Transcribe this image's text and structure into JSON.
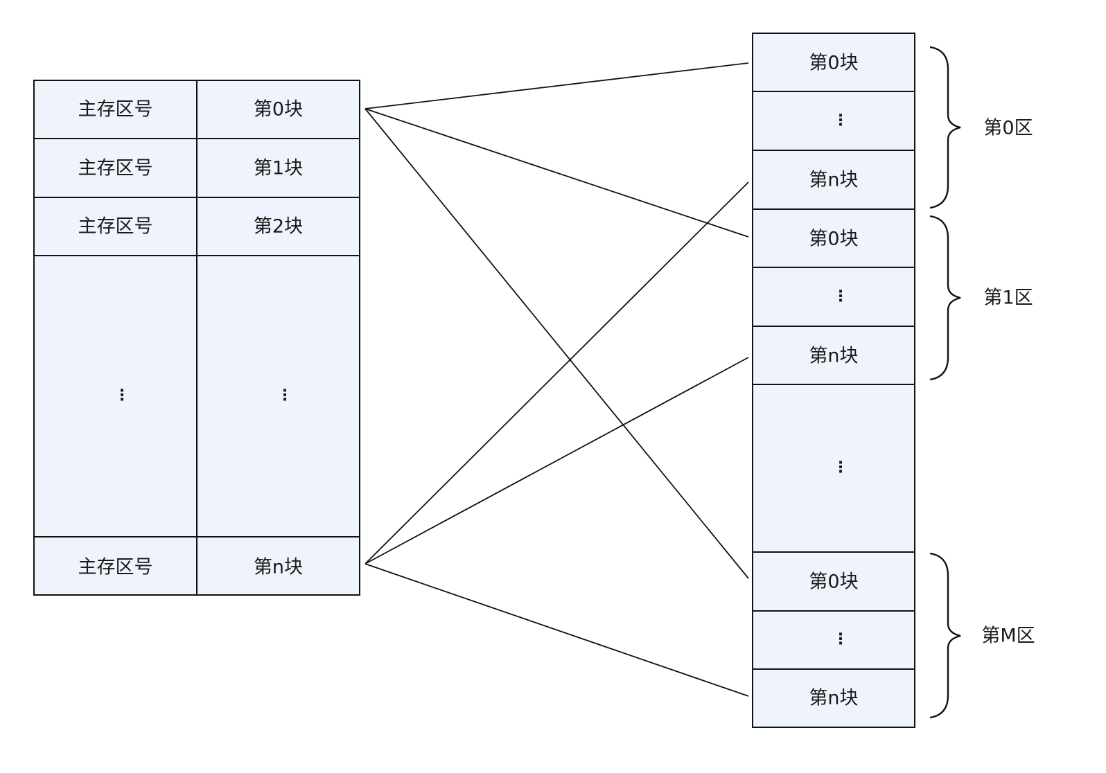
{
  "colors": {
    "cell_fill": "#eef3fc",
    "border": "#111111",
    "text": "#1a1a1a"
  },
  "cache_table": {
    "rows": [
      {
        "zone_label": "主存区号",
        "block_label": "第0块"
      },
      {
        "zone_label": "主存区号",
        "block_label": "第1块"
      },
      {
        "zone_label": "主存区号",
        "block_label": "第2块"
      },
      {
        "zone_label": "⋮",
        "block_label": "⋮"
      },
      {
        "zone_label": "主存区号",
        "block_label": "第n块"
      }
    ]
  },
  "main_memory": {
    "cells": [
      "第0块",
      "⋮",
      "第n块",
      "第0块",
      "⋮",
      "第n块",
      "⋮",
      "第0块",
      "⋮",
      "第n块"
    ]
  },
  "zones": [
    {
      "label": "第0区"
    },
    {
      "label": "第1区"
    },
    {
      "label": "第M区"
    }
  ],
  "connections": [
    {
      "from_row": 0,
      "to_cell": 0
    },
    {
      "from_row": 0,
      "to_cell": 3
    },
    {
      "from_row": 0,
      "to_cell": 7
    },
    {
      "from_row": 4,
      "to_cell": 2
    },
    {
      "from_row": 4,
      "to_cell": 5
    },
    {
      "from_row": 4,
      "to_cell": 9
    }
  ]
}
